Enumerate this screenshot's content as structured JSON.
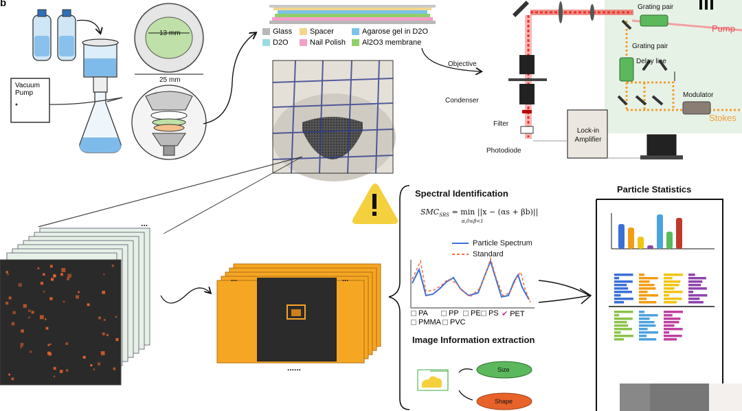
{
  "corner_label": "b",
  "filtration": {
    "vacuum_pump": "Vacuum Pump",
    "membrane_diameter": "13 mm",
    "outer_diameter": "25 mm"
  },
  "sample_stack": {
    "legend": [
      {
        "name": "Glass",
        "color": "#b8b8b8"
      },
      {
        "name": "Spacer",
        "color": "#f4d58d"
      },
      {
        "name": "Agarose gel in D2O",
        "color": "#7cc3e8"
      },
      {
        "name": "D2O",
        "color": "#9adce0"
      },
      {
        "name": "Nail Polish",
        "color": "#f4a0c8"
      },
      {
        "name": "Al2O3 membrane",
        "color": "#8fcf6a"
      }
    ]
  },
  "srs_setup": {
    "objective": "Objective",
    "condenser": "Condenser",
    "filter": "Filter",
    "photodiode": "Photodiode",
    "lockin": "Lock-in\nAmplifier",
    "grating_pair_1": "Grating pair",
    "grating_pair_2": "Grating pair",
    "delay_line": "Delay line",
    "modulator": "Modulator",
    "pump": "Pump",
    "stokes": "Stokes"
  },
  "colors": {
    "pump_beam": "#e8322a",
    "stokes_beam": "#f0a030",
    "green_component": "#5cb85c",
    "frame_orange": "#f5a623",
    "warning": "#f4d03f"
  },
  "image_stack": {
    "ellipsis_top": "...",
    "ellipsis_bottom": "......",
    "frame_dots": "..."
  },
  "spectral": {
    "title": "Spectral Identification",
    "equation_lhs": "SMC",
    "equation_sub": "SRS",
    "equation_rhs": "= min ||x − (αs + βb)||",
    "equation_cond": "α,0≤β<1",
    "legend_particle": "Particle Spectrum",
    "legend_standard": "Standard",
    "polymers": [
      "PA",
      "PP",
      "PE",
      "PS",
      "PET",
      "PMMA",
      "PVC"
    ],
    "checked_polymer": "PET"
  },
  "image_info": {
    "title": "Image Information extraction",
    "size_label": "Size",
    "shape_label": "Shape"
  },
  "statistics": {
    "title": "Particle Statistics",
    "bar_values": [
      0.72,
      0.62,
      0.35,
      0.1,
      1.0,
      0.5,
      0.9
    ],
    "bar_colors": [
      "#3a6fd8",
      "#f39c12",
      "#f1c40f",
      "#8e44ad",
      "#4aa3df",
      "#5cb85c",
      "#c0392b"
    ]
  }
}
